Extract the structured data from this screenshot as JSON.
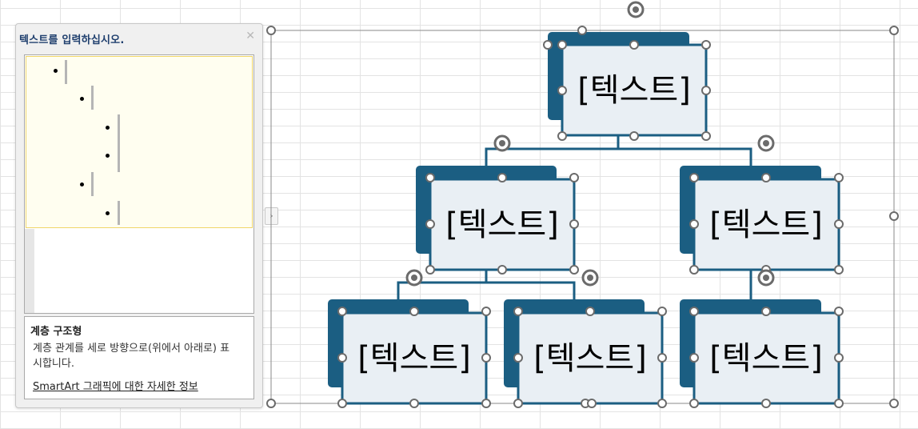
{
  "text_pane": {
    "title": "텍스트를 입력하십시오.",
    "close_icon": "close-icon",
    "layout_name": "계층 구조형",
    "layout_description": "계층 관계를 세로 방향으로(위에서 아래로) 표시합니다.",
    "more_info_link": "SmartArt 그래픽에 대한 자세한 정보",
    "toggle_icon": "chevron-right-icon"
  },
  "diagram": {
    "node_placeholder": "[텍스트]",
    "colors": {
      "shadow_fill": "#1b5e82",
      "box_fill": "#e9eff4",
      "box_border": "#1b5e82",
      "connector": "#1b5e82",
      "handle_stroke": "#6b6b6b",
      "selection_border": "#8a8a8a"
    },
    "nodes": [
      {
        "id": "root",
        "text": "[텍스트]"
      },
      {
        "id": "level2-left",
        "text": "[텍스트]"
      },
      {
        "id": "level2-right",
        "text": "[텍스트]"
      },
      {
        "id": "level3-a",
        "text": "[텍스트]"
      },
      {
        "id": "level3-b",
        "text": "[텍스트]"
      },
      {
        "id": "level3-c",
        "text": "[텍스트]"
      }
    ]
  }
}
